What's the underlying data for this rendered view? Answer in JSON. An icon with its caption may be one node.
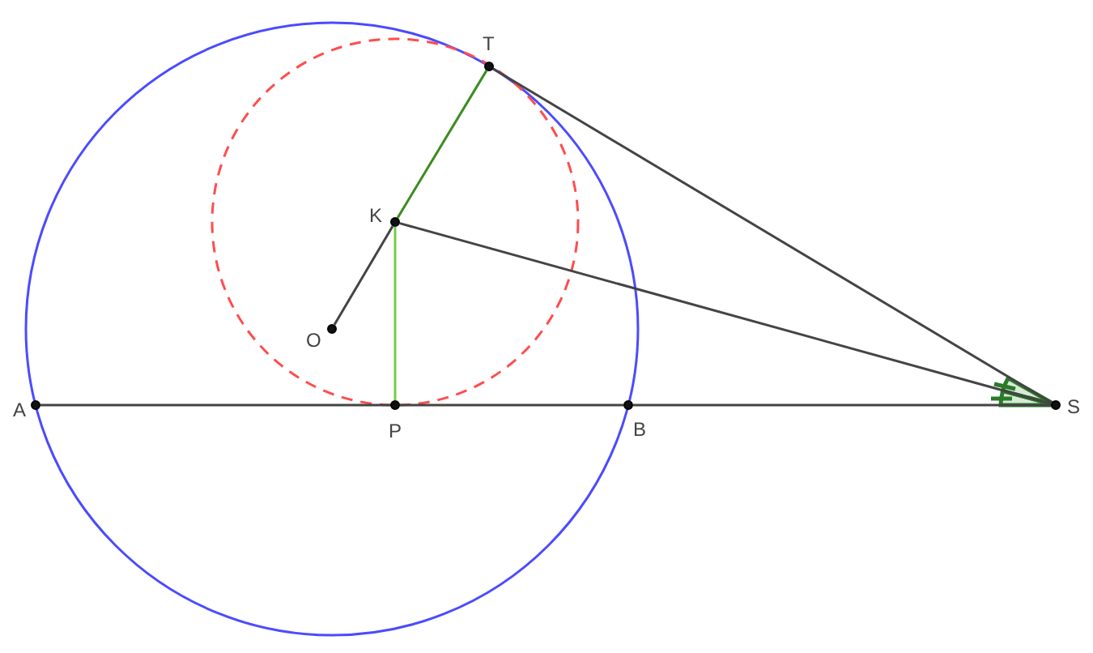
{
  "diagram": {
    "nodes": [
      {
        "text": [
          "T"
        ]
      },
      {
        "text": [
          "K"
        ]
      },
      {
        "text": [
          "O"
        ]
      },
      {
        "text": [
          "A"
        ]
      },
      {
        "text": [
          "P"
        ]
      },
      {
        "text": [
          "B"
        ]
      },
      {
        "text": [
          "S"
        ]
      }
    ],
    "edges": [
      {
        "from": 3,
        "to": 4,
        "arrow": "none"
      },
      {
        "from": 4,
        "to": 5,
        "arrow": "none"
      },
      {
        "from": 5,
        "to": 6,
        "arrow": "none"
      },
      {
        "from": 0,
        "to": 6,
        "arrow": "none"
      },
      {
        "from": 1,
        "to": 6,
        "arrow": "none"
      },
      {
        "from": 2,
        "to": 1,
        "arrow": "none"
      },
      {
        "from": 1,
        "to": 0,
        "arrow": "none",
        "color": "#3c8c1e"
      },
      {
        "from": 1,
        "to": 4,
        "arrow": "none",
        "color": "#77cc44"
      }
    ]
  }
}
